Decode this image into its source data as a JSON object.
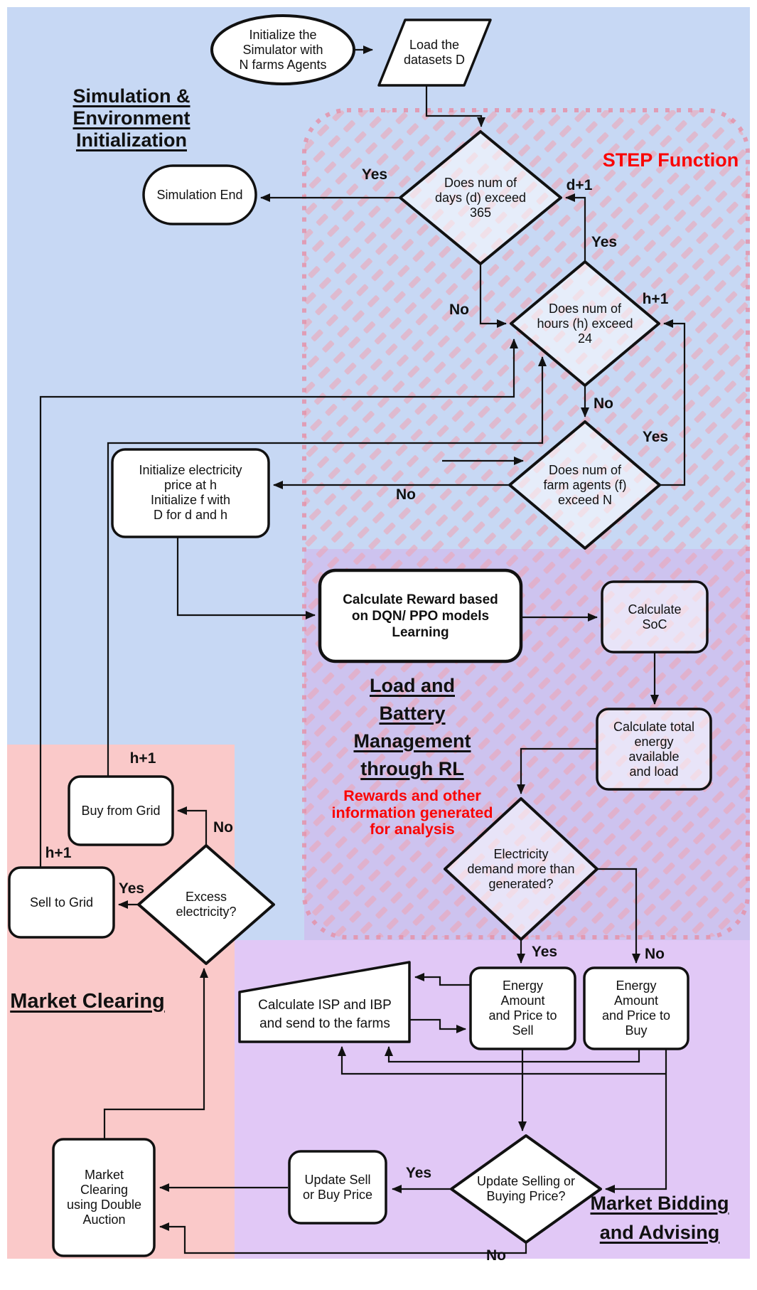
{
  "headings": {
    "sim_env": "Simulation &\nEnvironment\nInitialization",
    "step_function": "STEP Function",
    "load_battery": "Load and\nBattery\nManagement\nthrough RL",
    "rl_note": "Rewards and other\ninformation generated\nfor analysis",
    "market_clearing": "Market Clearing",
    "market_bidding": "Market Bidding\nand Advising"
  },
  "nodes": {
    "init_simulator": "Initialize the\nSimulator with\nN farms Agents",
    "load_datasets": "Load the\ndatasets D",
    "simulation_end": "Simulation End",
    "days_check": "Does num of\ndays (d) exceed\n365",
    "hours_check": "Does num of\nhours (h) exceed\n24",
    "farms_check": "Does num of\nfarm agents (f)\nexceed N",
    "init_electricity": "Initialize electricity\nprice at h\nInitialize f with\nD for d and h",
    "calc_reward": "Calculate Reward based\non DQN/ PPO models\nLearning",
    "calc_soc": "Calculate\nSoC",
    "calc_total_energy": "Calculate total\nenergy\navailable\nand load",
    "electricity_demand": "Electricity\ndemand more than\ngenerated?",
    "excess_electricity": "Excess\nelectricity?",
    "buy_from_grid": "Buy from Grid",
    "sell_to_grid": "Sell to Grid",
    "calc_isp_ibp": "Calculate ISP and IBP\nand send to the farms",
    "energy_sell": "Energy\nAmount\nand Price to\nSell",
    "energy_buy": "Energy\nAmount\nand Price to\nBuy",
    "update_price_check": "Update Selling or\nBuying Price?",
    "update_price": "Update Sell\nor Buy Price",
    "market_clearing_auction": "Market\nClearing\nusing Double\nAuction"
  },
  "edge_labels": {
    "days_yes": "Yes",
    "d_plus_1": "d+1",
    "hours_yes": "Yes",
    "days_no": "No",
    "h_plus_1_hours": "h+1",
    "hours_no": "No",
    "farms_yes": "Yes",
    "farms_no": "No",
    "buy_h_plus_1": "h+1",
    "excess_no": "No",
    "sell_h_plus_1": "h+1",
    "excess_yes": "Yes",
    "electricity_yes": "Yes",
    "electricity_no": "No",
    "update_yes": "Yes",
    "update_no": "No"
  },
  "colors": {
    "region_blue": "#c7d8f4",
    "region_pink": "#fac9c9",
    "region_purple_upper": "#cdc3ef",
    "region_purple_lower": "#e1c8f6",
    "hatch_pink": "#f0a2b1",
    "dashed_border": "#e493a9",
    "accent_red": "#f90606",
    "line_black": "#111111"
  }
}
